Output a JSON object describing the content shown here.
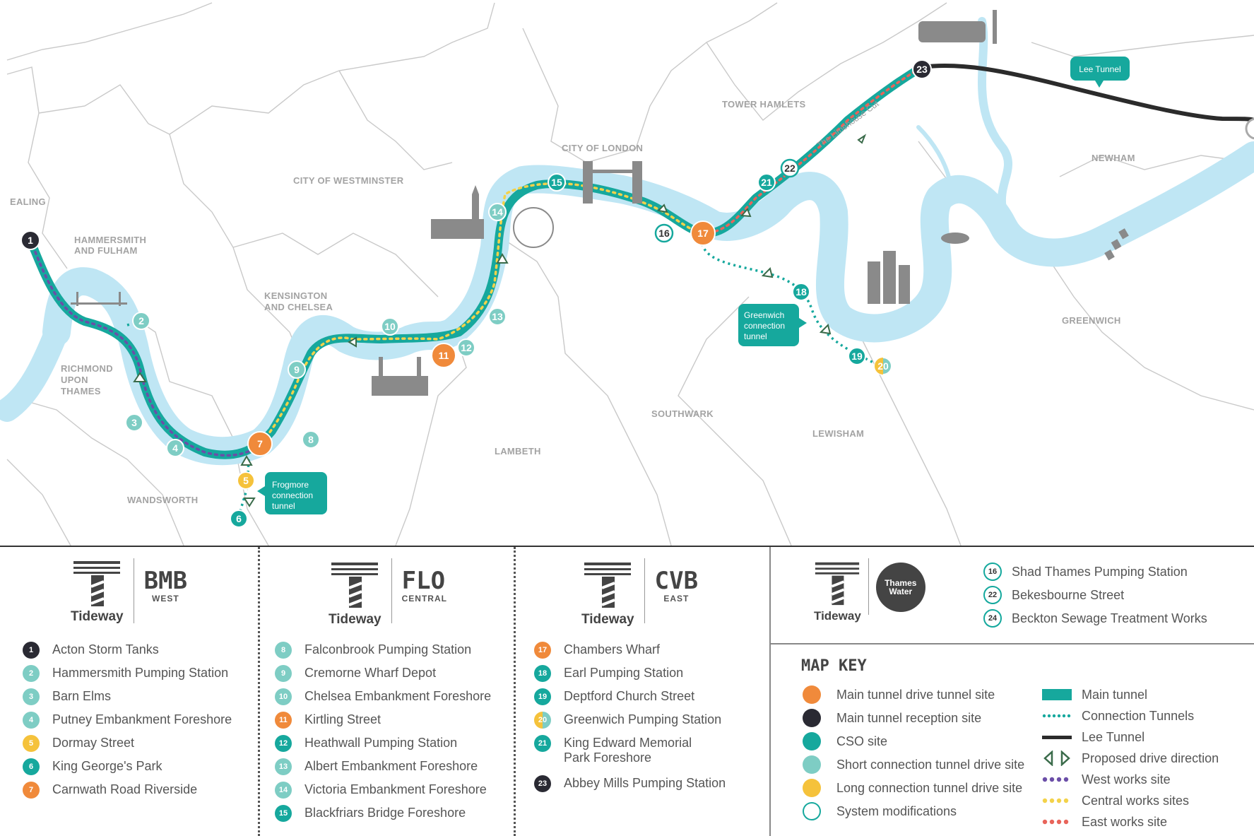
{
  "map": {
    "boroughs": [
      "EALING",
      "HAMMERSMITH",
      "AND FULHAM",
      "CITY OF WESTMINSTER",
      "KENSINGTON",
      "AND CHELSEA",
      "RICHMOND",
      "UPON",
      "THAMES",
      "WANDSWORTH",
      "LAMBETH",
      "CITY OF LONDON",
      "SOUTHWARK",
      "TOWER HAMLETS",
      "NEWHAM",
      "GREENWICH",
      "LEWISHAM"
    ],
    "cut_label": "The Limehouse Cut",
    "lee_tunnel_label": "Lee Tunnel",
    "frogmore_callout": [
      "Frogmore",
      "connection",
      "tunnel"
    ],
    "greenwich_callout": [
      "Greenwich",
      "connection",
      "tunnel"
    ],
    "colors": {
      "river": "#bfe6f4",
      "tunnel": "#16a89d",
      "drive": "#f08a3b",
      "reception": "#2a2a33",
      "cso": "#16a89d",
      "short": "#7ecdc4",
      "long": "#f5c23b",
      "lee": "#2b2b2b",
      "west": "#6b4ea8",
      "central": "#f3d24a",
      "east": "#e8645a"
    },
    "nodes": [
      {
        "n": "1",
        "type": "reception"
      },
      {
        "n": "2",
        "type": "short"
      },
      {
        "n": "3",
        "type": "short"
      },
      {
        "n": "4",
        "type": "short"
      },
      {
        "n": "5",
        "type": "long"
      },
      {
        "n": "6",
        "type": "cso"
      },
      {
        "n": "7",
        "type": "drive"
      },
      {
        "n": "8",
        "type": "short"
      },
      {
        "n": "9",
        "type": "short"
      },
      {
        "n": "10",
        "type": "short"
      },
      {
        "n": "11",
        "type": "drive"
      },
      {
        "n": "12",
        "type": "short"
      },
      {
        "n": "13",
        "type": "short"
      },
      {
        "n": "14",
        "type": "short"
      },
      {
        "n": "15",
        "type": "cso"
      },
      {
        "n": "16",
        "type": "system"
      },
      {
        "n": "17",
        "type": "drive"
      },
      {
        "n": "18",
        "type": "cso"
      },
      {
        "n": "19",
        "type": "cso"
      },
      {
        "n": "20",
        "type": "long"
      },
      {
        "n": "21",
        "type": "cso"
      },
      {
        "n": "22",
        "type": "system"
      },
      {
        "n": "23",
        "type": "reception"
      }
    ]
  },
  "brands": [
    {
      "tideway": "Tideway",
      "code": "BMB",
      "sub": "WEST"
    },
    {
      "tideway": "Tideway",
      "code": "FLO",
      "sub": "CENTRAL"
    },
    {
      "tideway": "Tideway",
      "code": "CVB",
      "sub": "EAST"
    },
    {
      "tideway": "Tideway",
      "partner": "Thames Water"
    }
  ],
  "west_sites": [
    {
      "n": "1",
      "name": "Acton Storm Tanks",
      "color": "#2a2a33"
    },
    {
      "n": "2",
      "name": "Hammersmith Pumping Station",
      "color": "#7ecdc4"
    },
    {
      "n": "3",
      "name": "Barn Elms",
      "color": "#7ecdc4"
    },
    {
      "n": "4",
      "name": "Putney Embankment Foreshore",
      "color": "#7ecdc4"
    },
    {
      "n": "5",
      "name": "Dormay Street",
      "color": "#f5c23b"
    },
    {
      "n": "6",
      "name": "King George's Park",
      "color": "#16a89d"
    },
    {
      "n": "7",
      "name": "Carnwath Road Riverside",
      "color": "#f08a3b"
    }
  ],
  "central_sites": [
    {
      "n": "8",
      "name": "Falconbrook Pumping Station",
      "color": "#7ecdc4"
    },
    {
      "n": "9",
      "name": "Cremorne Wharf Depot",
      "color": "#7ecdc4"
    },
    {
      "n": "10",
      "name": "Chelsea Embankment Foreshore",
      "color": "#7ecdc4"
    },
    {
      "n": "11",
      "name": "Kirtling Street",
      "color": "#f08a3b"
    },
    {
      "n": "12",
      "name": "Heathwall Pumping Station",
      "color": "#16a89d"
    },
    {
      "n": "13",
      "name": "Albert Embankment Foreshore",
      "color": "#7ecdc4"
    },
    {
      "n": "14",
      "name": "Victoria Embankment Foreshore",
      "color": "#7ecdc4"
    },
    {
      "n": "15",
      "name": "Blackfriars Bridge Foreshore",
      "color": "#16a89d"
    }
  ],
  "east_sites": [
    {
      "n": "17",
      "name": "Chambers Wharf",
      "color": "#f08a3b"
    },
    {
      "n": "18",
      "name": "Earl Pumping Station",
      "color": "#16a89d"
    },
    {
      "n": "19",
      "name": "Deptford Church Street",
      "color": "#16a89d"
    },
    {
      "n": "20",
      "name": "Greenwich Pumping Station",
      "color": "half"
    },
    {
      "n": "21",
      "name": "King Edward Memorial Park Foreshore",
      "color": "#16a89d"
    },
    {
      "n": "23",
      "name": "Abbey Mills Pumping Station",
      "color": "#2a2a33"
    }
  ],
  "system_mods": [
    {
      "n": "16",
      "name": "Shad Thames Pumping Station"
    },
    {
      "n": "22",
      "name": "Bekesbourne Street"
    },
    {
      "n": "24",
      "name": "Beckton Sewage Treatment Works"
    }
  ],
  "map_key": {
    "title": "MAP KEY",
    "left": [
      {
        "label": "Main tunnel drive tunnel site",
        "sym": "drive"
      },
      {
        "label": "Main tunnel reception site",
        "sym": "reception"
      },
      {
        "label": "CSO site",
        "sym": "cso"
      },
      {
        "label": "Short connection tunnel drive site",
        "sym": "short"
      },
      {
        "label": "Long connection tunnel drive site",
        "sym": "long"
      },
      {
        "label": "System modifications",
        "sym": "system"
      }
    ],
    "right": [
      {
        "label": "Main tunnel",
        "sym": "main"
      },
      {
        "label": "Connection Tunnels",
        "sym": "conn"
      },
      {
        "label": "Lee Tunnel",
        "sym": "lee"
      },
      {
        "label": "Proposed drive direction",
        "sym": "dir"
      },
      {
        "label": "West works site",
        "sym": "west"
      },
      {
        "label": "Central works sites",
        "sym": "central"
      },
      {
        "label": "East works site",
        "sym": "east"
      }
    ]
  }
}
